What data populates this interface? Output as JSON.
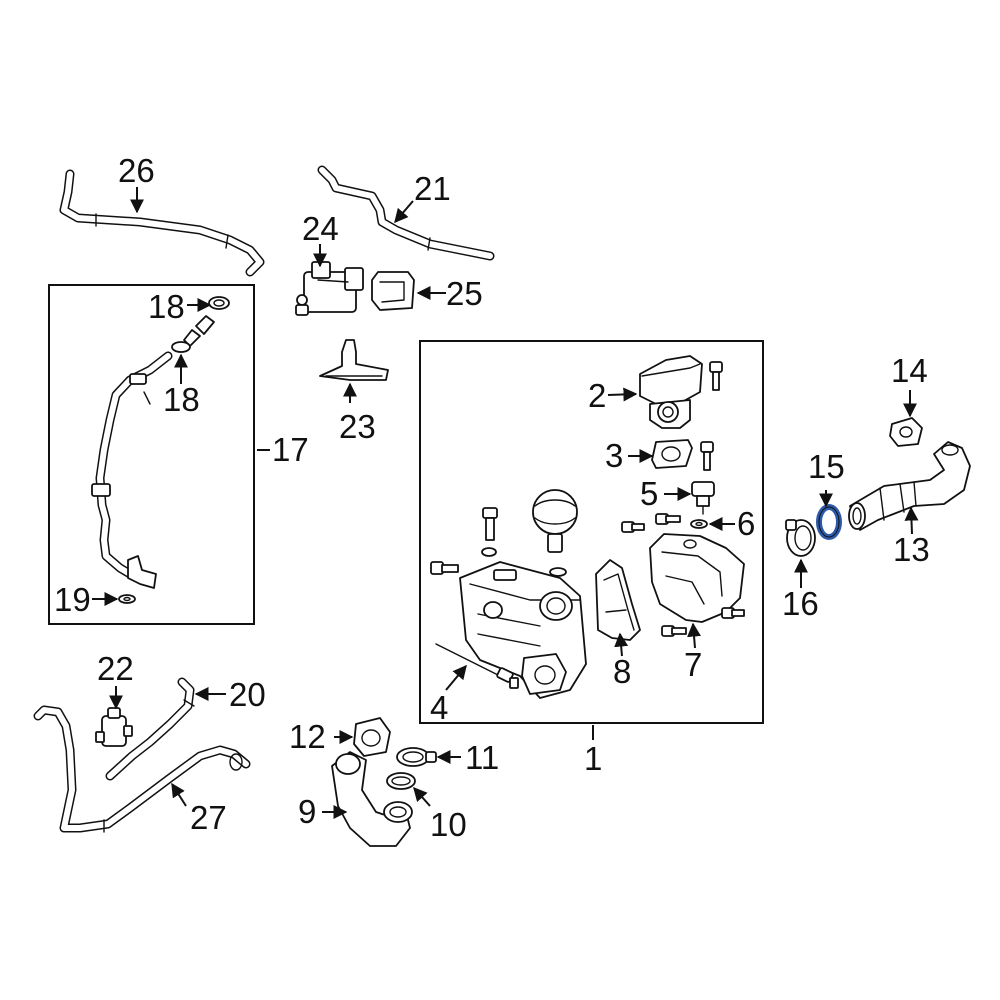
{
  "callouts": {
    "c1": "1",
    "c2": "2",
    "c3": "3",
    "c4": "4",
    "c5": "5",
    "c6": "6",
    "c7": "7",
    "c8": "8",
    "c9": "9",
    "c10": "10",
    "c11": "11",
    "c12": "12",
    "c13": "13",
    "c14": "14",
    "c15": "15",
    "c16": "16",
    "c17": "17",
    "c18a": "18",
    "c18b": "18",
    "c19": "19",
    "c20": "20",
    "c21": "21",
    "c22": "22",
    "c23": "23",
    "c24": "24",
    "c25": "25",
    "c26": "26",
    "c27": "27"
  },
  "colors": {
    "line": "#111111",
    "highlight": "#2d5aa8",
    "background": "#ffffff"
  }
}
